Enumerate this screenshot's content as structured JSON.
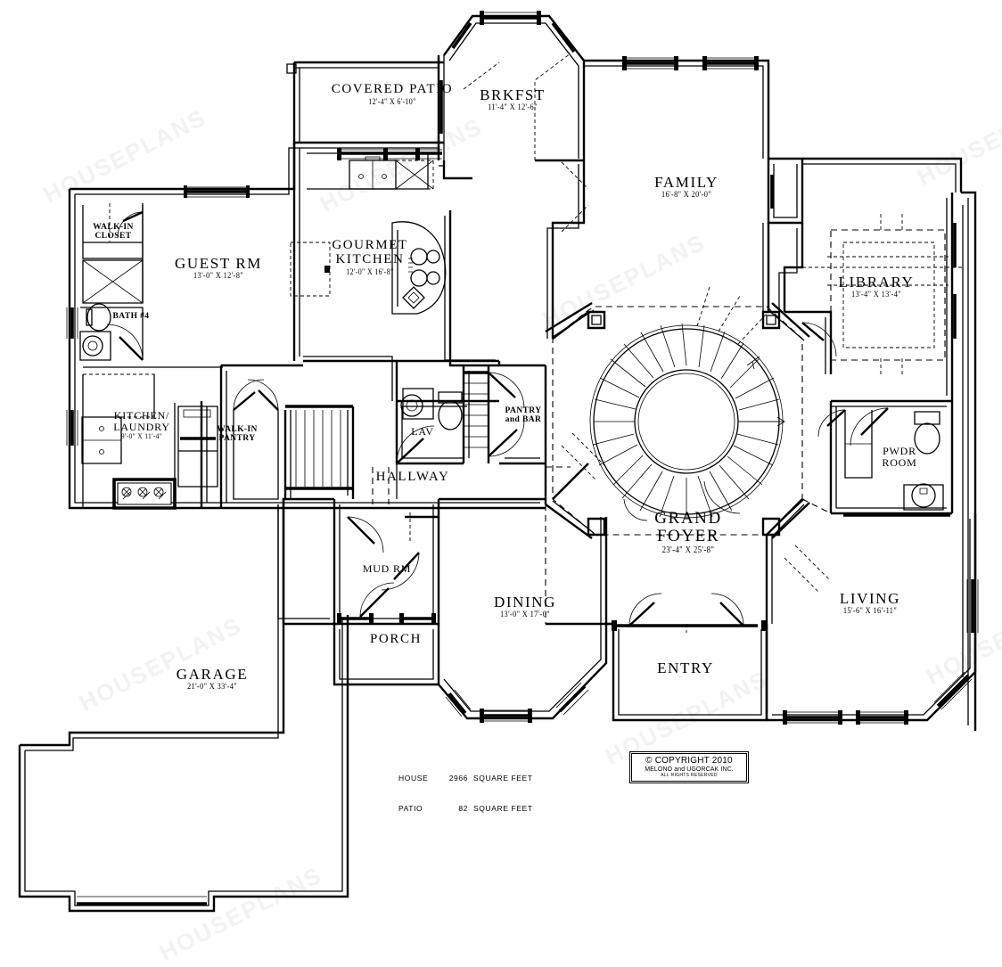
{
  "document": {
    "type": "architectural-floor-plan",
    "level": "main-floor"
  },
  "rooms": [
    {
      "key": "covered_patio",
      "name": "COVERED PATIO",
      "dim": "12'-4\"  X  6'-10\""
    },
    {
      "key": "brkfst",
      "name": "BRKFST",
      "dim": "11'-4\"  X  12'-6\""
    },
    {
      "key": "family",
      "name": "FAMILY",
      "dim": "16'-8\"  X  20'-0\""
    },
    {
      "key": "guest_rm",
      "name": "GUEST  RM",
      "dim": "13'-0\"  X  12'-8\""
    },
    {
      "key": "gourmet_kitchen",
      "name": "GOURMET\nKITCHEN",
      "name_l1": "GOURMET",
      "name_l2": "KITCHEN",
      "dim": "12'-0\"  X  16'-8\""
    },
    {
      "key": "library",
      "name": "LIBRARY",
      "dim": "13'-4\"  X  13'-4\""
    },
    {
      "key": "walk_in_closet",
      "name_l1": "WALK-IN",
      "name_l2": "CLOSET",
      "dim": ""
    },
    {
      "key": "bath_4",
      "name": "BATH  #4",
      "dim": ""
    },
    {
      "key": "kitchen_laundry",
      "name_l1": "KITCHEN/",
      "name_l2": "LAUNDRY",
      "dim": "9'-0\"  X  11'-4\""
    },
    {
      "key": "walk_in_pantry",
      "name_l1": "WALK-IN",
      "name_l2": "PANTRY",
      "dim": ""
    },
    {
      "key": "lav",
      "name": "LAV",
      "dim": ""
    },
    {
      "key": "hallway",
      "name": "HALLWAY",
      "dim": ""
    },
    {
      "key": "pantry_and_bar",
      "name_l1": "PANTRY",
      "name_l2": "and  BAR",
      "dim": ""
    },
    {
      "key": "grand_foyer",
      "name_l1": "GRAND",
      "name_l2": "FOYER",
      "dim": "23'-4\"  X  25'-8\""
    },
    {
      "key": "pwdr_room",
      "name_l1": "PWDR",
      "name_l2": "ROOM",
      "dim": ""
    },
    {
      "key": "mud_rm",
      "name": "MUD  RM",
      "dim": ""
    },
    {
      "key": "porch",
      "name": "PORCH",
      "dim": ""
    },
    {
      "key": "dining",
      "name": "DINING",
      "dim": "13'-0\"  X  17'-0\""
    },
    {
      "key": "entry",
      "name": "ENTRY",
      "dim": ""
    },
    {
      "key": "living",
      "name": "LIVING",
      "dim": "15'-6\"  X  16'-11\""
    },
    {
      "key": "garage",
      "name": "GARAGE",
      "dim": "21'-0\"  X  33'-4\""
    }
  ],
  "area_note": {
    "house_label": "HOUSE",
    "house_value": "2966",
    "house_unit": "SQUARE FEET",
    "patio_label": "PATIO",
    "patio_value": "82",
    "patio_unit": "SQUARE FEET"
  },
  "copyright": {
    "line1": "© COPYRIGHT 2010",
    "line2": "MELONO and UGORCAK INC.",
    "line3": "ALL RIGHTS RESERVED"
  },
  "watermark": {
    "text": "HOUSEPLANS"
  },
  "colors": {
    "wall": "#000000",
    "background": "#ffffff",
    "watermark": "#f2f2f2"
  }
}
